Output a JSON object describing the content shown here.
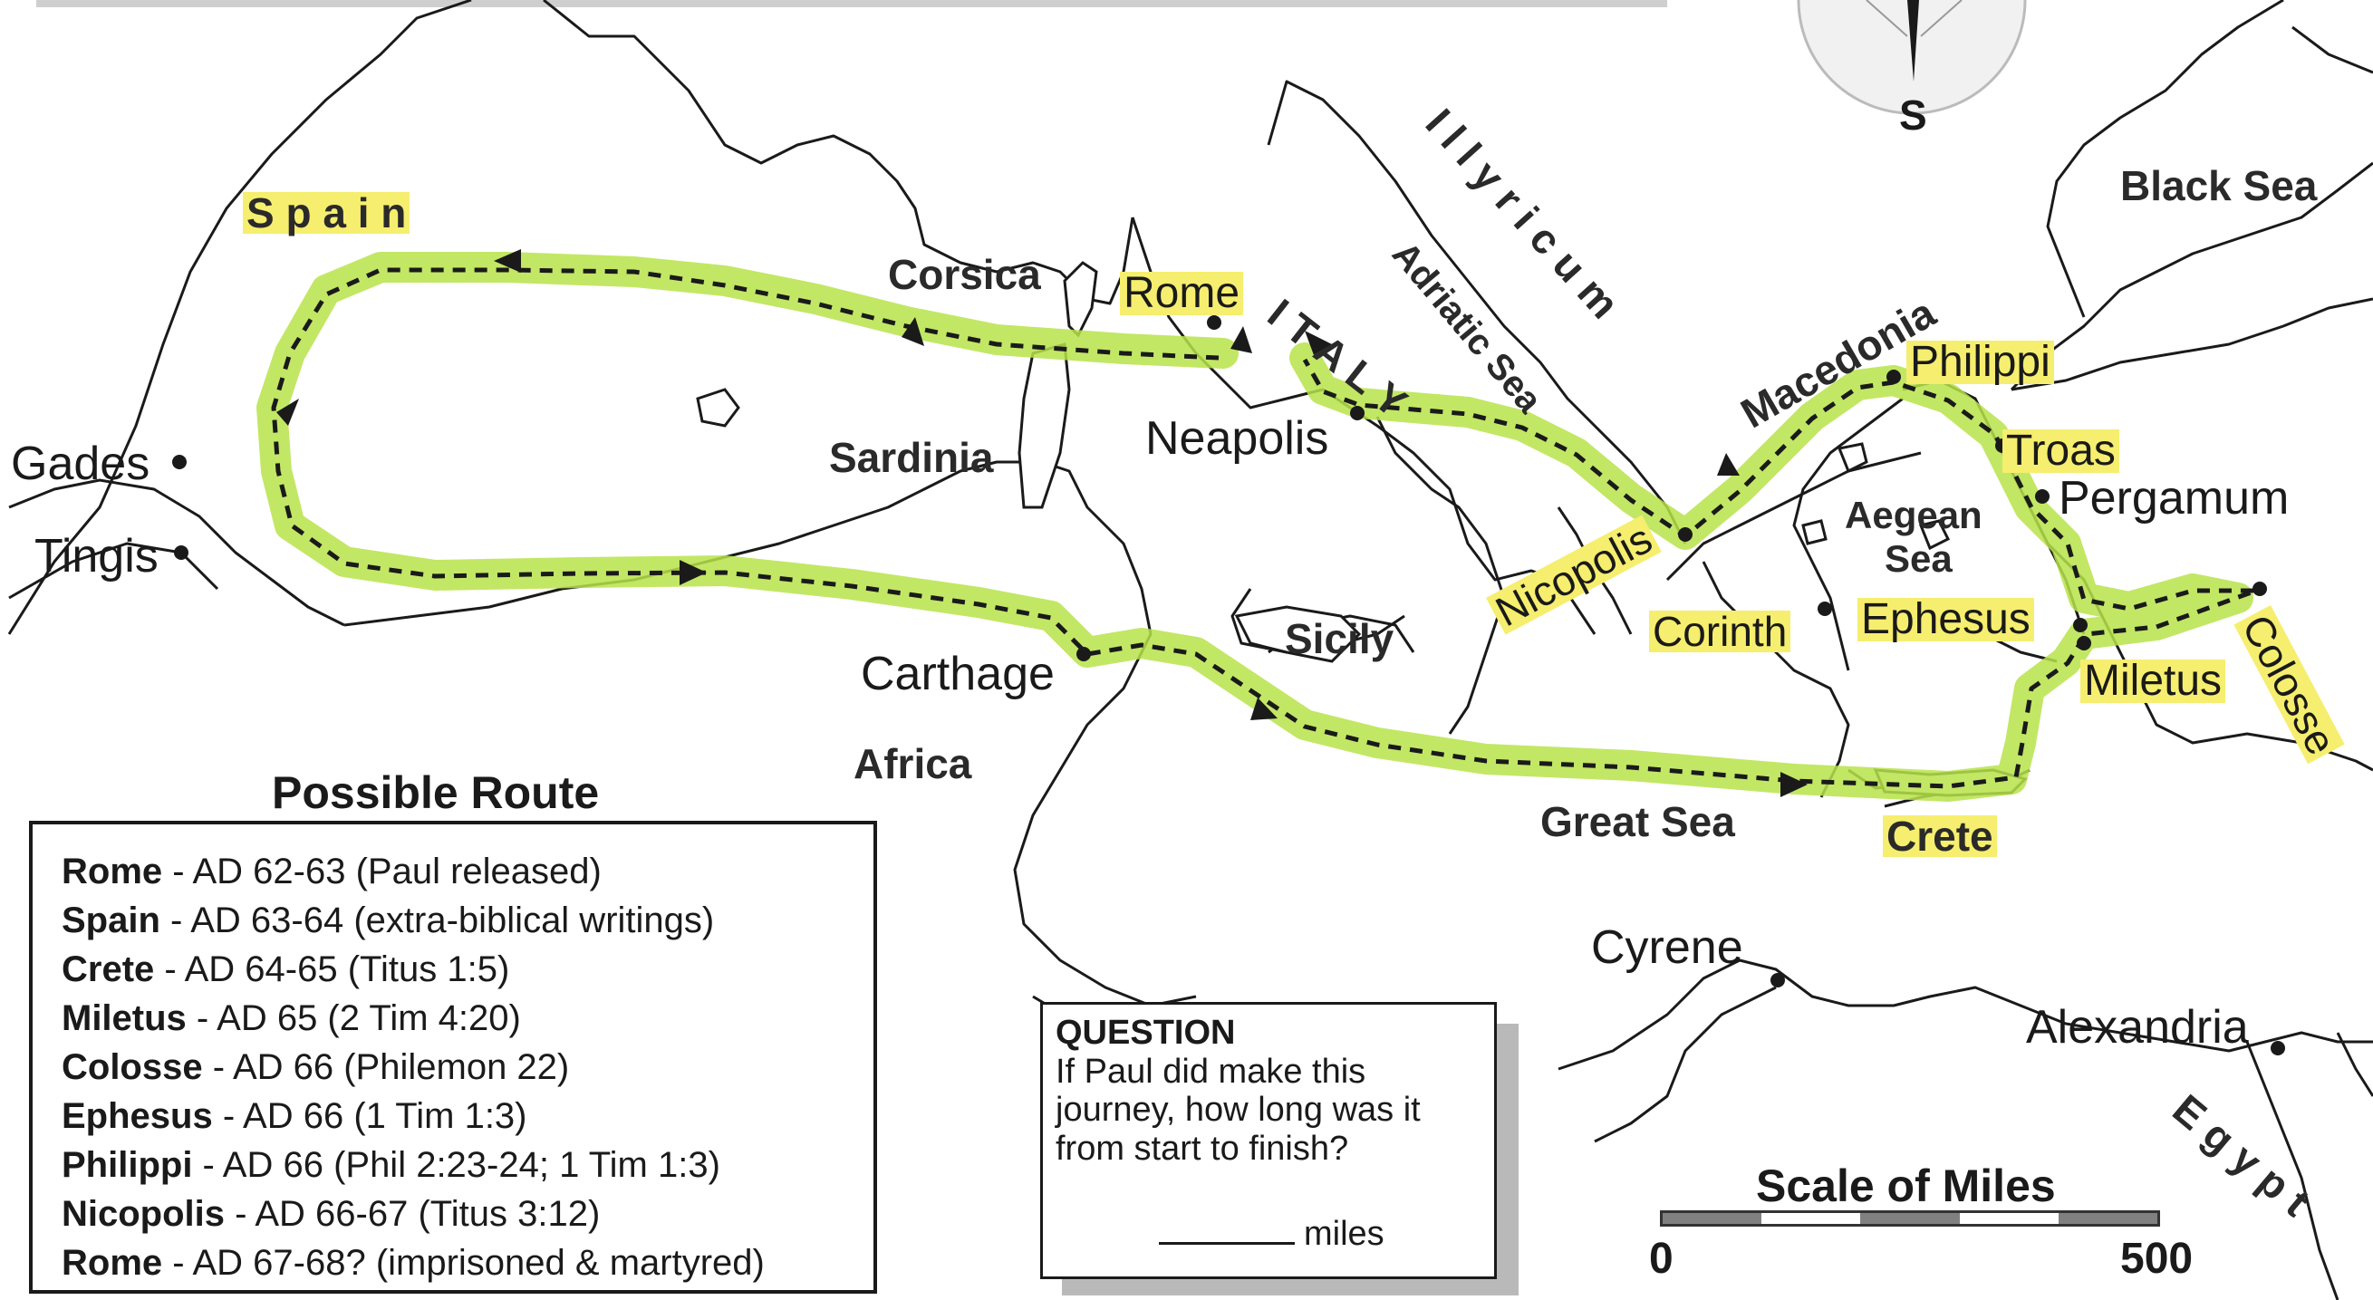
{
  "regions": {
    "spain": "S p a i n",
    "italy": "I T A L Y",
    "illyricum": "I l l y r i c u m",
    "macedonia": "Macedonia",
    "africa": "Africa",
    "egypt": "E g y p t",
    "corsica": "Corsica",
    "sardinia": "Sardinia",
    "sicily": "Sicily",
    "crete": "Crete"
  },
  "seas": {
    "black_sea": "Black Sea",
    "adriatic_sea": "Adriatic Sea",
    "aegean_sea_1": "Aegean",
    "aegean_sea_2": "Sea",
    "great_sea": "Great Sea"
  },
  "cities": {
    "gades": "Gades",
    "tingis": "Tingis",
    "rome": "Rome",
    "neapolis": "Neapolis",
    "carthage": "Carthage",
    "nicopolis": "Nicopolis",
    "corinth": "Corinth",
    "philippi": "Philippi",
    "troas": "Troas",
    "pergamum": "Pergamum",
    "ephesus": "Ephesus",
    "miletus": "Miletus",
    "colosse": "Colosse",
    "cyrene": "Cyrene",
    "alexandria": "Alexandria"
  },
  "compass": {
    "south": "S"
  },
  "legend": {
    "title": "Possible Route",
    "rows": [
      {
        "place": "Rome",
        "detail": " - AD 62-63 (Paul released)"
      },
      {
        "place": "Spain",
        "detail": " - AD 63-64 (extra-biblical writings)"
      },
      {
        "place": "Crete",
        "detail": " - AD 64-65 (Titus 1:5)"
      },
      {
        "place": "Miletus",
        "detail": " - AD 65 (2 Tim 4:20)"
      },
      {
        "place": "Colosse",
        "detail": " - AD 66 (Philemon 22)"
      },
      {
        "place": "Ephesus",
        "detail": " - AD 66 (1 Tim 1:3)"
      },
      {
        "place": "Philippi",
        "detail": " - AD 66 (Phil 2:23-24; 1 Tim 1:3)"
      },
      {
        "place": "Nicopolis",
        "detail": " - AD 66-67 (Titus 3:12)"
      },
      {
        "place": "Rome",
        "detail": " - AD 67-68? (imprisoned & martyred)"
      }
    ]
  },
  "question": {
    "heading": "QUESTION",
    "text": "If Paul did make this journey, how long was it from start to finish?",
    "unit": "miles"
  },
  "scale": {
    "title": "Scale of Miles",
    "min": "0",
    "max": "500"
  },
  "colors": {
    "route_highlight": "#b7e34a",
    "label_highlight": "#f6ee6e",
    "land_line": "#1a1a1a"
  }
}
